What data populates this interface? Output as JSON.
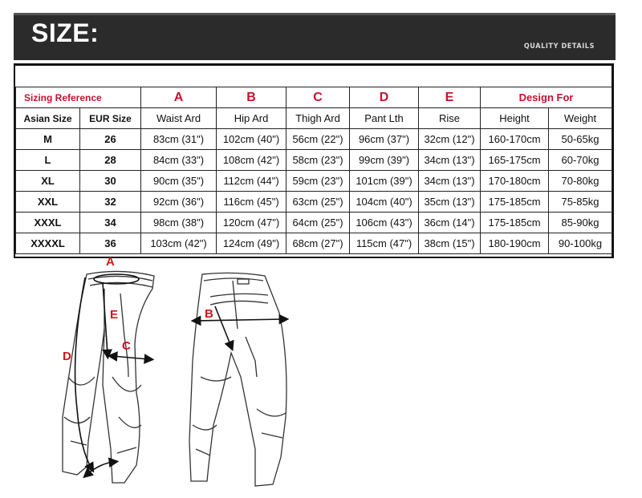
{
  "banner": {
    "title": "SIZE:",
    "subtitle": "QUALITY DETAILS"
  },
  "table": {
    "reference_label": "Sizing Reference",
    "letters": [
      "A",
      "B",
      "C",
      "D",
      "E"
    ],
    "design_label": "Design For",
    "headers": [
      "Asian Size",
      "EUR Size",
      "Waist Ard",
      "Hip Ard",
      "Thigh Ard",
      "Pant Lth",
      "Rise",
      "Height",
      "Weight"
    ],
    "rows": [
      [
        "M",
        "26",
        "83cm (31\")",
        "102cm (40\")",
        "56cm (22\")",
        "96cm (37\")",
        "32cm (12\")",
        "160-170cm",
        "50-65kg"
      ],
      [
        "L",
        "28",
        "84cm (33\")",
        "108cm (42\")",
        "58cm (23\")",
        "99cm (39\")",
        "34cm (13\")",
        "165-175cm",
        "60-70kg"
      ],
      [
        "XL",
        "30",
        "90cm (35\")",
        "112cm (44\")",
        "59cm (23\")",
        "101cm (39\")",
        "34cm (13\")",
        "170-180cm",
        "70-80kg"
      ],
      [
        "XXL",
        "32",
        "92cm (36\")",
        "116cm (45\")",
        "63cm (25\")",
        "104cm (40\")",
        "35cm (13\")",
        "175-185cm",
        "75-85kg"
      ],
      [
        "XXXL",
        "34",
        "98cm (38\")",
        "120cm (47\")",
        "64cm (25\")",
        "106cm (43\")",
        "36cm (14\")",
        "175-185cm",
        "85-90kg"
      ],
      [
        "XXXXL",
        "36",
        "103cm (42\")",
        "124cm (49\")",
        "68cm (27\")",
        "115cm (47\")",
        "38cm (15\")",
        "180-190cm",
        "90-100kg"
      ]
    ]
  },
  "diagram": {
    "labels": {
      "A": "A",
      "B": "B",
      "C": "C",
      "D": "D",
      "E": "E"
    },
    "accent": "#d01818"
  }
}
